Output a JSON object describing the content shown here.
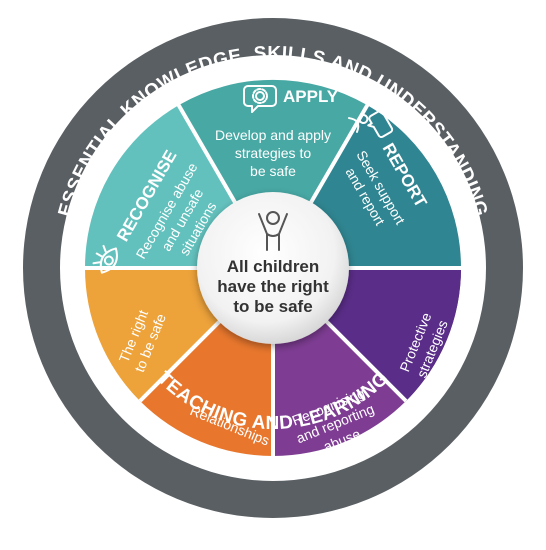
{
  "ring": {
    "top_text": "ESSENTIAL KNOWLEDGE, SKILLS AND UNDERSTANDING",
    "bottom_text": "TEACHING AND LEARNING"
  },
  "top_segments": {
    "recognise": {
      "title": "RECOGNISE",
      "line1": "Recognise abuse",
      "line2": "and unsafe",
      "line3": "situations"
    },
    "apply": {
      "title": "APPLY",
      "line1": "Develop and apply",
      "line2": "strategies to",
      "line3": "be safe"
    },
    "report": {
      "title": "REPORT",
      "line1": "Seek support",
      "line2": "and report"
    }
  },
  "bottom_segments": {
    "right_to_be_safe": {
      "line1": "The right",
      "line2": "to be safe"
    },
    "relationships": {
      "line1": "Relationships"
    },
    "recognising_reporting": {
      "line1": "Recognising",
      "line2": "and reporting",
      "line3": "abuse"
    },
    "protective": {
      "line1": "Protective",
      "line2": "strategies"
    }
  },
  "center": {
    "line1": "All children",
    "line2": "have the right",
    "line3": "to be safe"
  },
  "colors": {
    "ring": "#5a5f63",
    "recognise": "#63c1bd",
    "apply": "#48a8a4",
    "report": "#2f8591",
    "right_to_be_safe": "#eda23a",
    "relationships": "#e8772d",
    "recognising_reporting": "#7e3d93",
    "protective": "#5a2d88"
  },
  "icons": [
    "eye-icon",
    "gear-speech-icon",
    "people-speech-icon",
    "child-arms-up-icon"
  ]
}
